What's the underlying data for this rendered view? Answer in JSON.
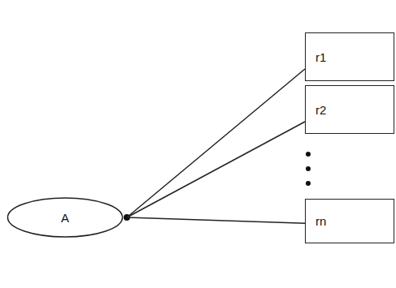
{
  "diagram": {
    "nodes": [
      {
        "text": [
          "A"
        ]
      },
      {
        "text": [
          "r1"
        ]
      },
      {
        "text": [
          "r2"
        ]
      },
      {
        "text": [
          "rn"
        ]
      }
    ],
    "edges": [
      {
        "from": 0,
        "to": 1,
        "arrow": "none"
      },
      {
        "from": 0,
        "to": 2,
        "arrow": "none"
      },
      {
        "from": 0,
        "to": 3,
        "arrow": "none"
      }
    ]
  }
}
